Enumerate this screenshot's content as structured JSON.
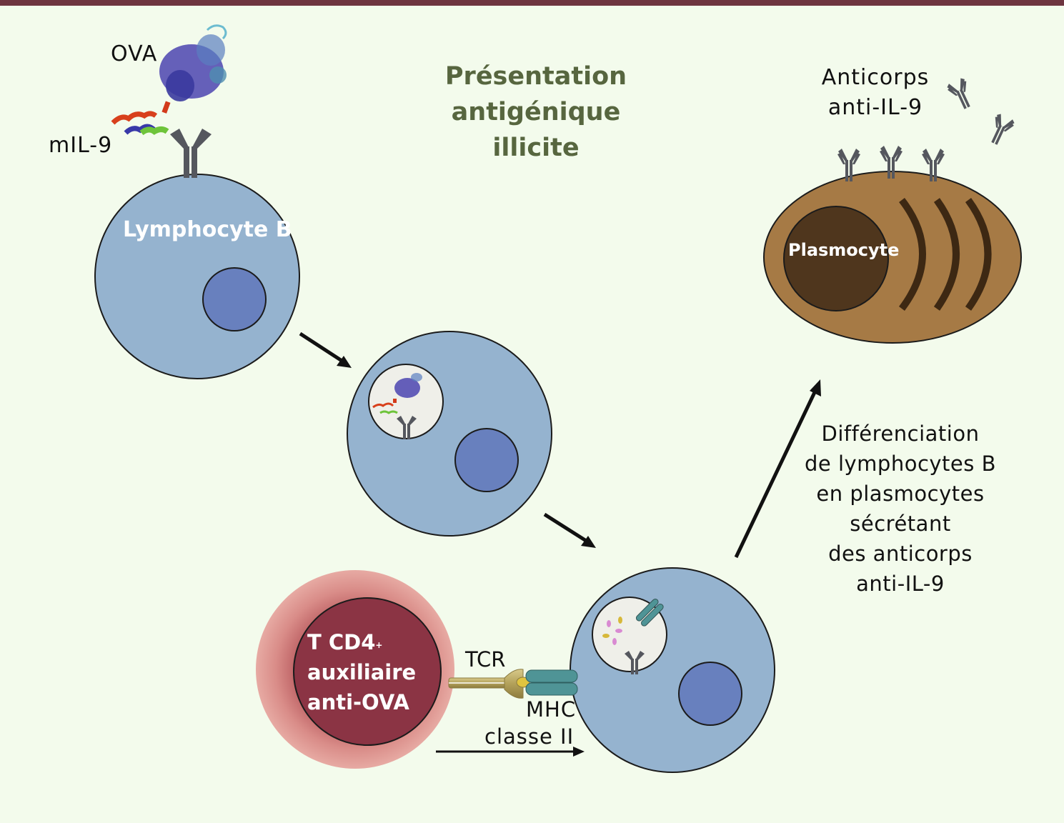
{
  "title": {
    "lines": [
      "Présentation",
      "antigénique",
      "illicite"
    ],
    "color": "#57663f"
  },
  "labels": {
    "ova": "OVA",
    "mil9": "mIL-9",
    "lymphocyte_b": "Lymphocyte B",
    "plasmocyte": "Plasmocyte",
    "antibodies": [
      "Anticorps",
      "anti-IL-9"
    ],
    "tcell": {
      "line1": "T CD4",
      "line1_sup": "+",
      "line2": "auxiliaire",
      "line3": "anti-OVA"
    },
    "tcr": "TCR",
    "mhc": [
      "MHC",
      "classe II"
    ],
    "differentiation": [
      "Différenciation",
      "de lymphocytes B",
      "en plasmocytes",
      "sécrétant",
      "des anticorps",
      "anti-IL-9"
    ]
  },
  "colors": {
    "background": "#f3fbec",
    "top_bar": "#6e3540",
    "b_cell": "#95b3cf",
    "nucleus": "#6880be",
    "endosome": "#efefe9",
    "antibody": "#55575e",
    "plasma_cell": "#a67a45",
    "plasma_nucleus": "#4f361d",
    "t_cell_outer": "#d2837f",
    "t_cell_inner": "#8b3444",
    "mhc": "#4f9496",
    "tcr": "#c2b06a"
  }
}
